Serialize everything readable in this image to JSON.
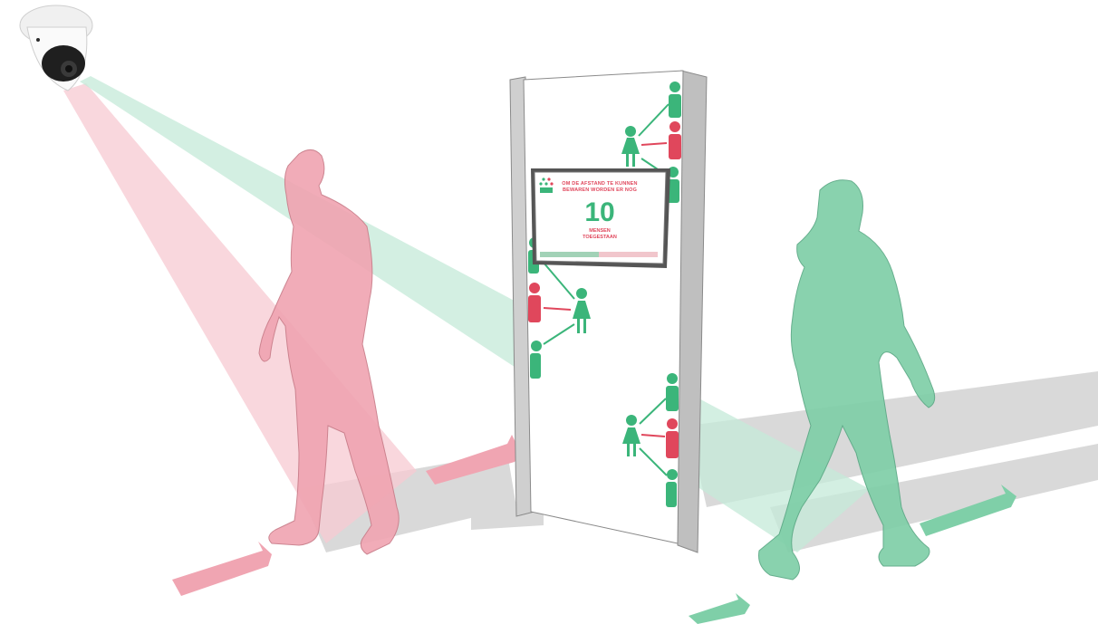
{
  "display": {
    "message": "OM DE AFSTAND TE KUNNEN\nBEWAREN WORDEN ER NOG",
    "count": "10",
    "suffix": "MENSEN\nTOEGESTAAN"
  },
  "colors": {
    "red_person": "#f0a5b2",
    "green_person": "#7fcfa8",
    "red_beam": "#f7c9d1",
    "green_beam": "#c4ead8",
    "shadow": "#d9d9d9",
    "stand_side": "#bfbfbf",
    "icon_green": "#3bb57a",
    "icon_red": "#e0475c"
  }
}
